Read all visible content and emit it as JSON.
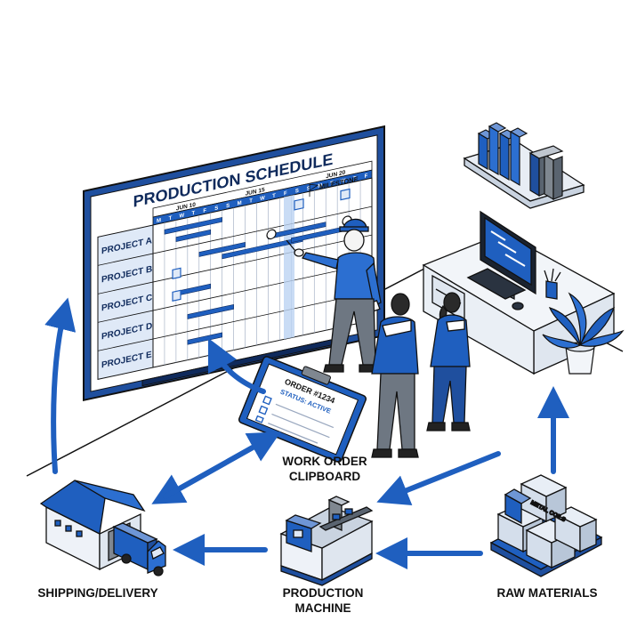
{
  "board": {
    "title": "PRODUCTION SCHEDULE",
    "weeks": [
      "JUN 10",
      "JUN 15",
      "JUN 20"
    ],
    "days": [
      "M",
      "T",
      "W",
      "T",
      "F",
      "S",
      "S",
      "M",
      "T",
      "W",
      "T",
      "F",
      "S",
      "S",
      "M",
      "T",
      "W",
      "T",
      "F"
    ],
    "milestone_label": "MILESTONE",
    "projects": [
      "PROJECT A",
      "PROJECT B",
      "PROJECT C",
      "PROJECT D",
      "PROJECT E"
    ]
  },
  "clipboard": {
    "order_text": "ORDER #1234",
    "status_text": "STATUS: ACTIVE"
  },
  "boxes": {
    "metal_label": "METAL COILS"
  },
  "labels": {
    "work_order_line1": "WORK ORDER",
    "work_order_line2": "CLIPBOARD",
    "shipping": "SHIPPING/DELIVERY",
    "machine_line1": "PRODUCTION",
    "machine_line2": "MACHINE",
    "raw_materials": "RAW MATERIALS"
  },
  "colors": {
    "primary_blue": "#1f5fbf",
    "navy": "#0f2a5c",
    "light_blue": "#dfe9f7",
    "outline": "#111111",
    "gray": "#7f8790"
  }
}
